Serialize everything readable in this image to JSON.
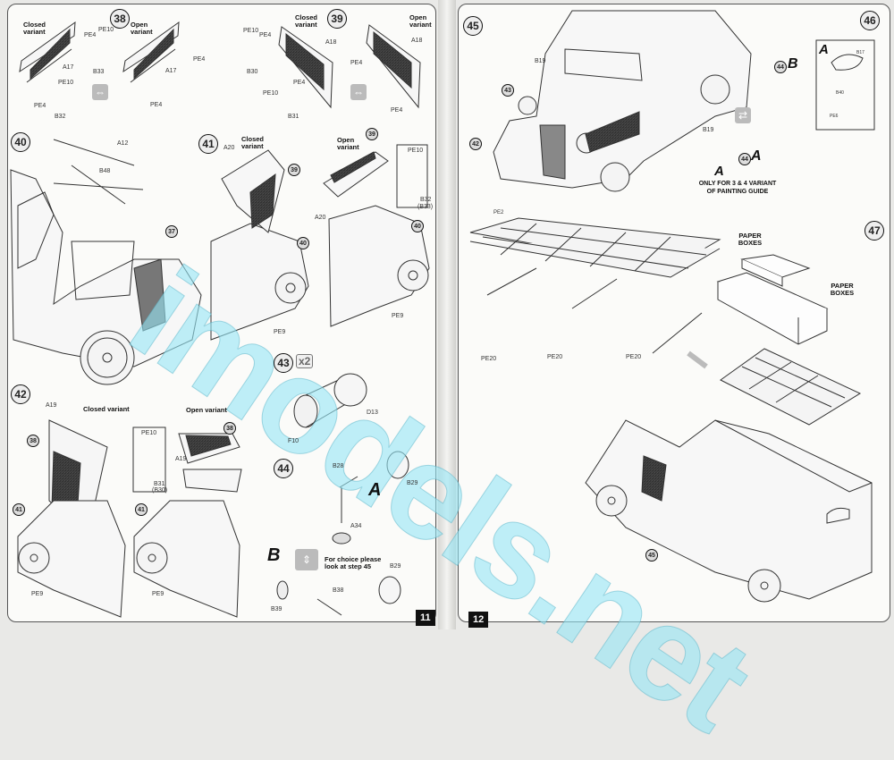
{
  "watermark": "imodels.net",
  "page_11": {
    "page_number": "11",
    "step_38": {
      "number": "38",
      "closed_label": "Closed variant",
      "open_label": "Open variant",
      "parts": {
        "pe10_a": "PE10",
        "pe4_a": "PE4",
        "a17_a": "A17",
        "b33": "B33",
        "pe10_b": "PE10",
        "pe4_b": "PE4",
        "b32": "B32",
        "a17_b": "A17",
        "pe4_c": "PE4",
        "pe4_d": "PE4"
      }
    },
    "step_39": {
      "number": "39",
      "closed_label": "Closed variant",
      "open_label": "Open variant",
      "parts": {
        "pe10_a": "PE10",
        "pe4_a": "PE4",
        "a18_a": "A18",
        "b30": "B30",
        "pe4_b": "PE4",
        "pe10_b": "PE10",
        "b31": "B31",
        "a18_b": "A18",
        "pe4_c": "PE4",
        "pe4_d": "PE4"
      }
    },
    "step_40": {
      "number": "40",
      "parts": {
        "a12": "A12",
        "b48": "B48",
        "ref37": "37"
      }
    },
    "step_41": {
      "number": "41",
      "closed_label": "Closed variant",
      "open_label": "Open variant",
      "parts": {
        "a20_a": "A20",
        "ref39_a": "39",
        "a20_b": "A20",
        "ref40_a": "40",
        "pe9_a": "PE9",
        "ref39_b": "39",
        "pe10": "PE10",
        "b32": "B32",
        "b33": "(B33)",
        "ref40_b": "40",
        "pe9_b": "PE9"
      }
    },
    "step_42": {
      "number": "42",
      "closed_label": "Closed variant",
      "open_label": "Open variant",
      "parts": {
        "a19_a": "A19",
        "ref38_a": "38",
        "ref38_b": "38",
        "pe10": "PE10",
        "a19_b": "A19",
        "b31": "B31",
        "b30": "(B30)",
        "ref41_a": "41",
        "ref41_b": "41",
        "pe9_a": "PE9",
        "pe9_b": "PE9"
      }
    },
    "step_43": {
      "number": "43",
      "multiplier": "x2",
      "parts": {
        "d13": "D13",
        "f10": "F10"
      }
    },
    "step_44": {
      "number": "44",
      "variant_a": "A",
      "variant_b": "B",
      "choice_note_1": "For choice please",
      "choice_note_2": "look at step 45",
      "parts": {
        "b28": "B28",
        "b29_a": "B29",
        "a34": "A34",
        "b29_b": "B29",
        "b38": "B38",
        "b39": "B39"
      }
    }
  },
  "page_12": {
    "page_number": "12",
    "step_45": {
      "number": "45",
      "variant_note_1": "ONLY FOR  3 & 4 VARIANT",
      "variant_note_2": "OF PAINTING GUIDE",
      "parts": {
        "b19_a": "B19",
        "ref43": "43",
        "ref42": "42",
        "b19_b": "B19",
        "ref44_b": "44",
        "b": "B",
        "ref44_a": "44",
        "a": "A",
        "a_label": "A"
      }
    },
    "step_46": {
      "number": "46",
      "inset_label": "A",
      "parts": {
        "b17": "B17",
        "b40": "B40",
        "pe6": "PE6"
      }
    },
    "step_47": {
      "number": "47",
      "paper_boxes_1": "PAPER BOXES",
      "paper_boxes_2": "PAPER BOXES",
      "parts": {
        "pe2": "PE2",
        "pe20_a": "PE20",
        "pe20_b": "PE20",
        "pe20_c": "PE20",
        "ref45": "45"
      }
    }
  }
}
